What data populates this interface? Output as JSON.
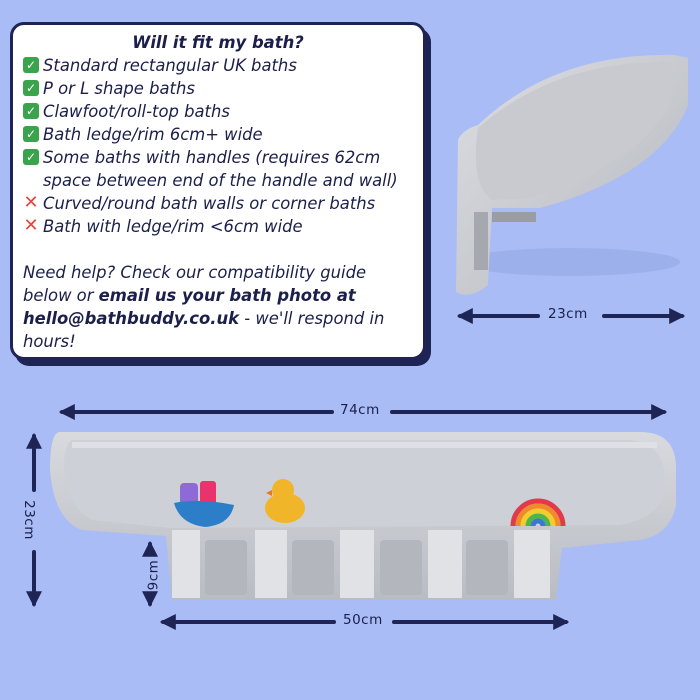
{
  "card": {
    "title": "Will it fit my bath?",
    "items": [
      {
        "icon": "check-icon",
        "text": "Standard rectangular UK baths"
      },
      {
        "icon": "check-icon",
        "text": "P or L shape baths"
      },
      {
        "icon": "check-icon",
        "text": "Clawfoot/roll-top baths"
      },
      {
        "icon": "check-icon",
        "text": "Bath ledge/rim 6cm+ wide"
      },
      {
        "icon": "check-icon",
        "text": "Some baths with handles (requires 62cm space between end of the handle and wall)"
      },
      {
        "icon": "cross-icon",
        "text": "Curved/round bath walls or corner baths"
      },
      {
        "icon": "cross-icon",
        "text": "Bath with ledge/rim <6cm wide"
      }
    ],
    "help_text": "Need help? Check our compatibility guide below or",
    "help_bold": "email us your bath photo at hello@bathbuddy.co.uk",
    "help_tail": "- we'll respond in hours!"
  },
  "dimensions": {
    "side_width": "23cm",
    "total_length": "74cm",
    "height": "23cm",
    "inner_depth": "9cm",
    "base_length": "50cm"
  },
  "colors": {
    "background": "#a9bcf6",
    "navy": "#1e2454",
    "check": "#3ba34b",
    "cross": "#e5453f",
    "tray": "#c8cbd1"
  }
}
